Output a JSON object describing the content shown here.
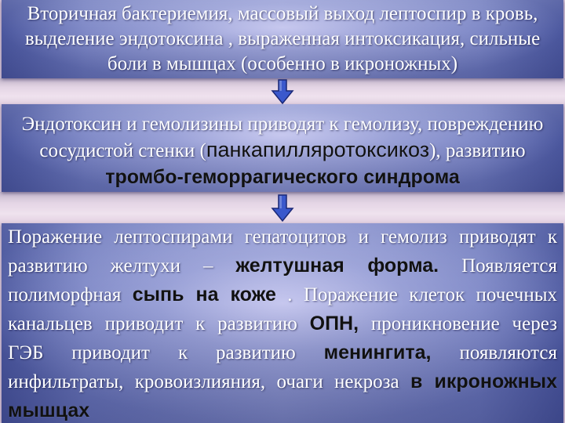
{
  "colors": {
    "background": "#dacadb",
    "box_mid": "#8690cb",
    "box_edge": "#4b579e",
    "arrow_fill": "#3a58cc",
    "arrow_outline": "#1a2877",
    "text_primary": "#ffffff",
    "text_highlight": "#111111"
  },
  "icons": {
    "connector": "arrow-down-icon"
  },
  "steps": [
    {
      "lines": [
        {
          "text": "Вторичная бактериемия, массовый выход лептоспир в кровь,"
        },
        {
          "text": "выделение эндотоксина , выраженная интоксикация, сильные"
        },
        {
          "text": "боли в мышцах (особенно в икроножных)"
        }
      ]
    },
    {
      "lines": [
        {
          "text": "Эндотоксин и гемолизины приводят к гемолизу, повреждению"
        },
        {
          "before": "сосудистой стенки (",
          "highlight": "панкапилляротоксикоз",
          "after": "), развитию"
        },
        {
          "highlight": "тромбо-геморрагического синдрома"
        }
      ]
    },
    {
      "lines": [
        {
          "text": "Поражение лептоспирами гепатоцитов и гемолиз приводят к"
        },
        {
          "before": "развитию желтухи –",
          "highlight": "желтушная форма.",
          "after": "Появляется"
        },
        {
          "before": "полиморфная",
          "highlight": "сыпь на коже",
          "after": ". Поражение клеток почечных"
        },
        {
          "before": "канальцев приводит к развитию",
          "highlight": "ОПН,",
          "after": "проникновение через"
        },
        {
          "before": "ГЭБ приводит к развитию",
          "highlight": "менингита,",
          "after": "появляются"
        },
        {
          "before": "инфильтраты, кровоизлияния, очаги некроза",
          "highlight": "в икроножных"
        },
        {
          "highlight": "мышцах"
        }
      ]
    }
  ]
}
